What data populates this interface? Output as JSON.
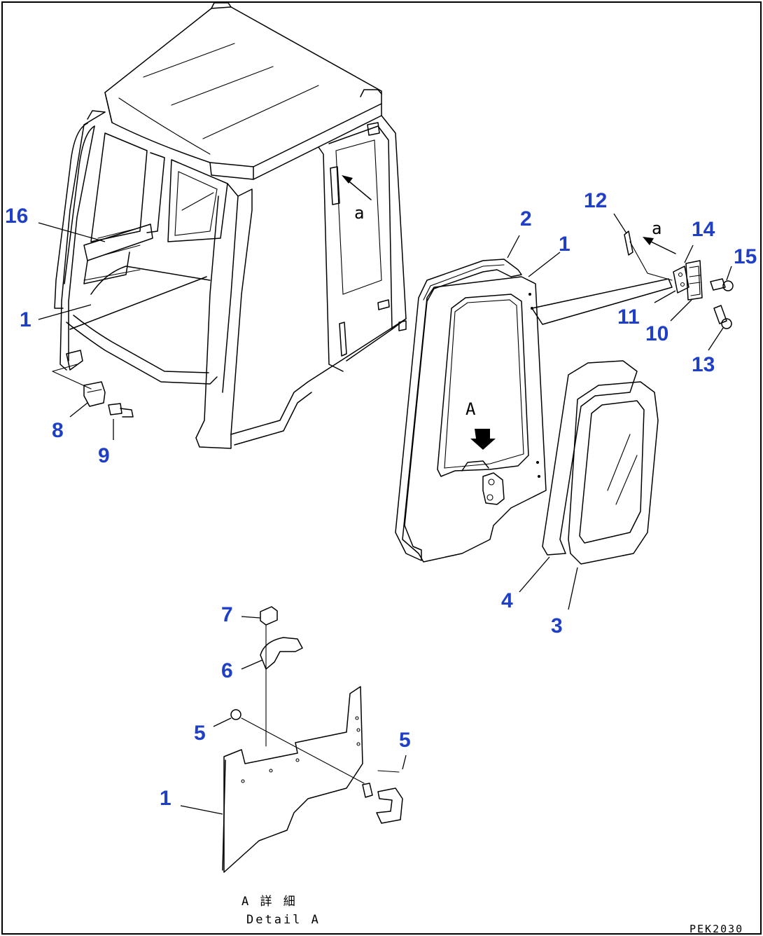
{
  "callouts": [
    {
      "id": "c16",
      "label": "16"
    },
    {
      "id": "c1a",
      "label": "1"
    },
    {
      "id": "c8",
      "label": "8"
    },
    {
      "id": "c9",
      "label": "9"
    },
    {
      "id": "c2",
      "label": "2"
    },
    {
      "id": "c1b",
      "label": "1"
    },
    {
      "id": "c12",
      "label": "12"
    },
    {
      "id": "c14",
      "label": "14"
    },
    {
      "id": "c15",
      "label": "15"
    },
    {
      "id": "c11",
      "label": "11"
    },
    {
      "id": "c10",
      "label": "10"
    },
    {
      "id": "c13",
      "label": "13"
    },
    {
      "id": "c4",
      "label": "4"
    },
    {
      "id": "c3",
      "label": "3"
    },
    {
      "id": "c7",
      "label": "7"
    },
    {
      "id": "c6",
      "label": "6"
    },
    {
      "id": "c5a",
      "label": "5"
    },
    {
      "id": "c5b",
      "label": "5"
    },
    {
      "id": "c1c",
      "label": "1"
    }
  ],
  "view_marks": {
    "a_cab": "a",
    "a_hinge": "a",
    "A_door": "A"
  },
  "detail": {
    "title_jp": "A 詳 細",
    "title_en": "Detail A"
  },
  "drawing_code": "PEK2030"
}
